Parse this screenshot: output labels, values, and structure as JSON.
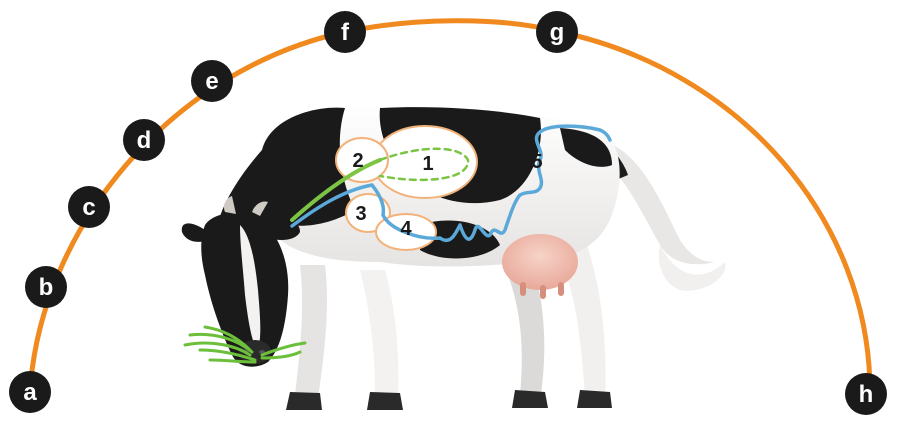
{
  "arc": {
    "color": "#f0891e"
  },
  "markers": [
    {
      "label": "a"
    },
    {
      "label": "b"
    },
    {
      "label": "c"
    },
    {
      "label": "d"
    },
    {
      "label": "e"
    },
    {
      "label": "f"
    },
    {
      "label": "g"
    },
    {
      "label": "h"
    }
  ],
  "stomach": {
    "labels": [
      "1",
      "2",
      "3",
      "4",
      "5"
    ]
  },
  "colors": {
    "marker_fill": "#1a1a1a",
    "tract": "#5aa9d9",
    "tract_path": "#7cc444",
    "chamber_outline": "#f2b27a"
  },
  "illustration": {
    "icon": "cow-illustration"
  }
}
